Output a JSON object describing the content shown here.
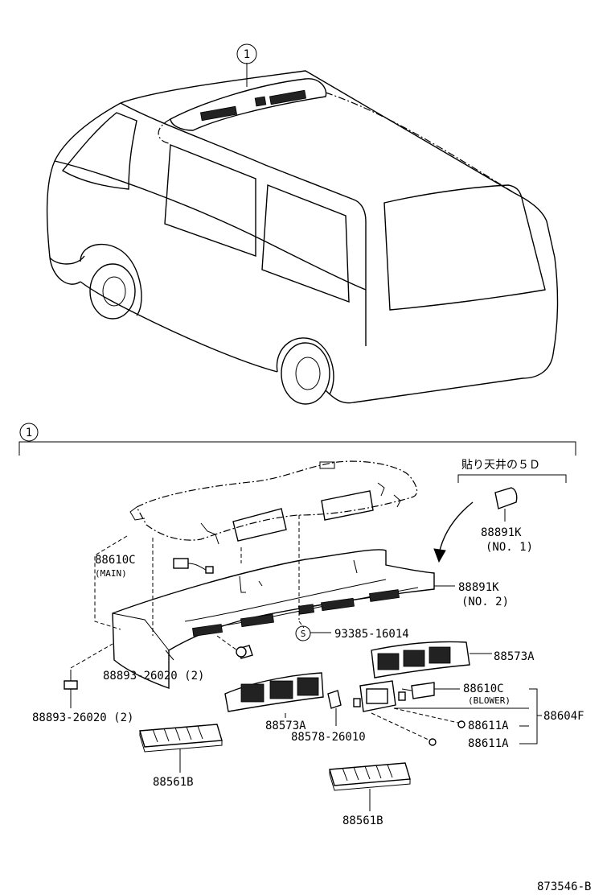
{
  "callout_marker": "1",
  "section_marker": "1",
  "note_text": "貼り天井の５Ｄ",
  "labels": {
    "p88891k_1": "88891K",
    "p88891k_1_sub": "(NO. 1)",
    "p88891k_2": "88891K",
    "p88891k_2_sub": "(NO. 2)",
    "p88610c_main": "88610C",
    "p88610c_main_sub": "(MAIN)",
    "s_symbol": "S",
    "p93385": "93385-16014",
    "p88893_a": "88893-26020 (2)",
    "p88893_b": "88893-26020 (2)",
    "p88573a_right": "88573A",
    "p88573a_left": "88573A",
    "p88610c_blower": "88610C",
    "p88610c_blower_sub": "(BLOWER)",
    "p88604f": "88604F",
    "p88611a_1": "88611A",
    "p88611a_2": "88611A",
    "p88578": "88578-26010",
    "p88561b_left": "88561B",
    "p88561b_right": "88561B"
  },
  "figure_id": "873546-B"
}
